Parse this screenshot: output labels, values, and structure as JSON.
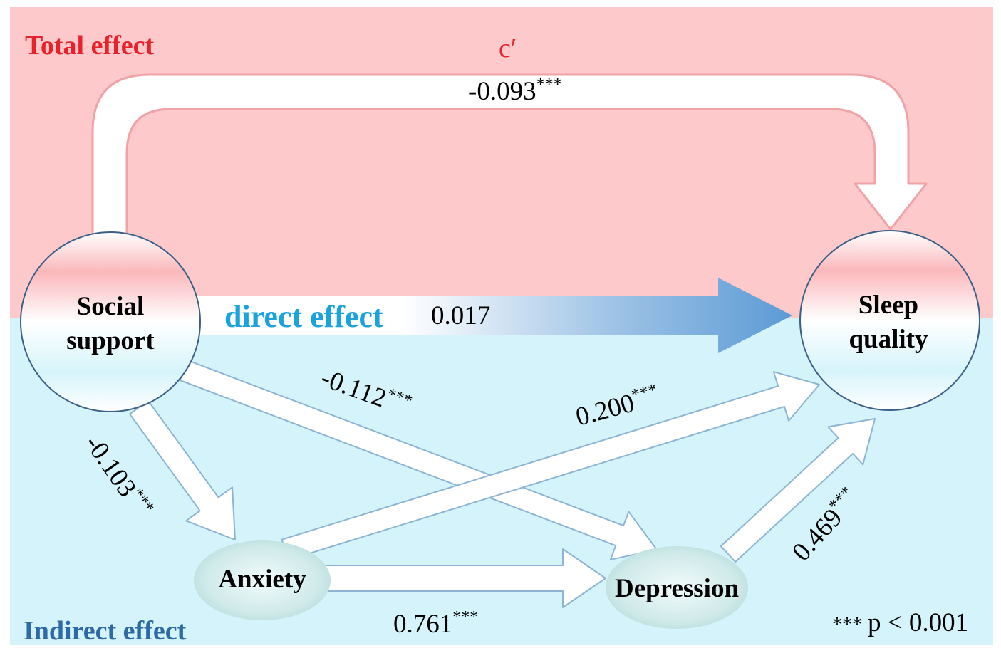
{
  "sections": {
    "total_effect_label": "Total effect",
    "indirect_effect_label": "Indirect effect",
    "direct_effect_label": "direct effect"
  },
  "nodes": {
    "social_support": {
      "line1": "Social",
      "line2": "support"
    },
    "sleep_quality": {
      "line1": "Sleep",
      "line2": "quality"
    },
    "anxiety": {
      "label": "Anxiety"
    },
    "depression": {
      "label": "Depression"
    }
  },
  "paths": {
    "c_prime_label": "c′",
    "total_coef": "-0.093",
    "total_sig": "***",
    "direct_coef": "0.017",
    "ss_anxiety_coef": "-0.103",
    "ss_anxiety_sig": "***",
    "ss_depression_coef": "-0.112",
    "ss_depression_sig": "***",
    "anxiety_sleep_coef": "0.200",
    "anxiety_sleep_sig": "***",
    "anxiety_depression_coef": "0.761",
    "anxiety_depression_sig": "***",
    "depression_sleep_coef": "0.469",
    "depression_sleep_sig": "***"
  },
  "note": {
    "stars": "***",
    "text": "p < 0.001"
  },
  "colors": {
    "total_bg": "#fdc9cb",
    "indirect_bg": "#d4f3fb",
    "total_label": "#e8212a",
    "indirect_label": "#2e6aa6",
    "direct_label": "#1aa3dc",
    "arrow_outline_pink": "#f0a3a6",
    "arrow_outline_blue": "#8db4d2",
    "direct_arrow": "#5b9bd5",
    "node_outline": "#3b5f86",
    "ellipse_fill": "#c2e3e3"
  }
}
